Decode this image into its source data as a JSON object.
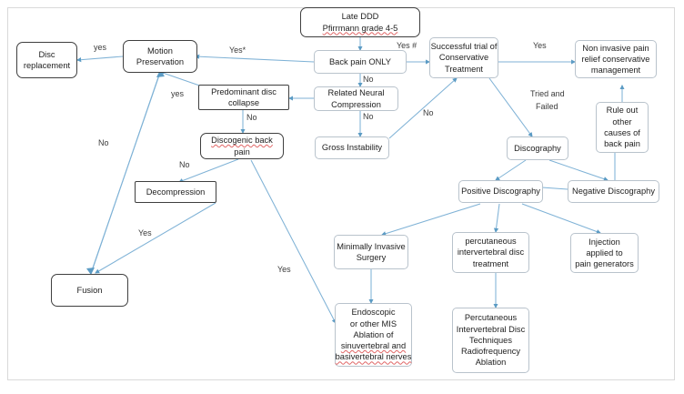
{
  "diagram": {
    "title_node": "late-ddd",
    "accent_line_color": "#7fb2d6",
    "node_border_color": "#3f3f3f",
    "light_border_color": "#b9c3cc",
    "spellcheck_color": "#e06666"
  },
  "nodes": {
    "late_ddd": {
      "lines": [
        "Late DDD",
        "Pfirrmann grade 4-5"
      ],
      "spell": [
        false,
        true
      ]
    },
    "back_pain_only": {
      "lines": [
        "Back pain ONLY"
      ],
      "spell": [
        false
      ]
    },
    "disc_replacement": {
      "lines": [
        "Disc",
        "replacement"
      ],
      "spell": [
        false,
        false
      ]
    },
    "motion_preservation": {
      "lines": [
        "Motion",
        "Preservation"
      ],
      "spell": [
        false,
        false
      ]
    },
    "predominant_disc_collapse": {
      "lines": [
        "Predominant disc",
        "collapse"
      ],
      "spell": [
        false,
        false
      ]
    },
    "related_neural_compression": {
      "lines": [
        "Related Neural",
        "Compression"
      ],
      "spell": [
        false,
        false
      ]
    },
    "discogenic_back_pain": {
      "lines": [
        "Discogenic back",
        "pain"
      ],
      "spell": [
        true,
        false
      ]
    },
    "gross_instability": {
      "lines": [
        "Gross Instability"
      ],
      "spell": [
        false
      ]
    },
    "decompression": {
      "lines": [
        "Decompression"
      ],
      "spell": [
        false
      ]
    },
    "fusion": {
      "lines": [
        "Fusion"
      ],
      "spell": [
        false
      ]
    },
    "successful_trial": {
      "lines": [
        "Successful trial of",
        "Conservative",
        "Treatment"
      ],
      "spell": [
        false,
        false,
        false
      ]
    },
    "non_invasive": {
      "lines": [
        "Non invasive pain",
        "relief conservative",
        "management"
      ],
      "spell": [
        false,
        false,
        false
      ]
    },
    "rule_out": {
      "lines": [
        "Rule out",
        "other",
        "causes of",
        "back pain"
      ],
      "spell": [
        false,
        false,
        false,
        false
      ]
    },
    "discography": {
      "lines": [
        "Discography"
      ],
      "spell": [
        false
      ]
    },
    "positive_discography": {
      "lines": [
        "Positive Discography"
      ],
      "spell": [
        false
      ]
    },
    "negative_discography": {
      "lines": [
        "Negative Discography"
      ],
      "spell": [
        false
      ]
    },
    "minimally_invasive_surgery": {
      "lines": [
        "Minimally Invasive",
        "Surgery"
      ],
      "spell": [
        false,
        false
      ]
    },
    "percutaneous_ivd_treatment": {
      "lines": [
        "percutaneous",
        "intervertebral disc",
        "treatment"
      ],
      "spell": [
        false,
        false,
        false
      ]
    },
    "injection_pain_generators": {
      "lines": [
        "Injection",
        "applied to",
        "pain generators"
      ],
      "spell": [
        false,
        false,
        false
      ]
    },
    "endoscopic_mis": {
      "lines": [
        "Endoscopic",
        "or other MIS",
        "Ablation of",
        "sinuvertebral and",
        "basivertebral nerves"
      ],
      "spell": [
        false,
        false,
        false,
        true,
        true
      ]
    },
    "percutaneous_ivd_techniques": {
      "lines": [
        "Percutaneous",
        "Intervertebral Disc",
        "Techniques",
        "Radiofrequency",
        "Ablation"
      ],
      "spell": [
        false,
        false,
        false,
        false,
        false
      ]
    }
  },
  "edge_labels": {
    "yes_disc_replacement": "yes",
    "yes_star_back_pain": "Yes*",
    "yes_hash_conservative": "Yes #",
    "yes_non_invasive": "Yes",
    "no_back_pain": "No",
    "no_predominant": "No",
    "no_related_neural": "No",
    "yes_predominant_motion": "yes",
    "no_fusion_motion": "No",
    "no_discogenic_decompression": "No",
    "yes_decompression_fusion": "Yes",
    "no_gross_instability": "No",
    "tried_and_failed": "Tried and\nFailed",
    "tried_and_failed_l1": "Tried and",
    "tried_and_failed_l2": "Failed",
    "yes_discogenic_endoscopic": "Yes"
  }
}
